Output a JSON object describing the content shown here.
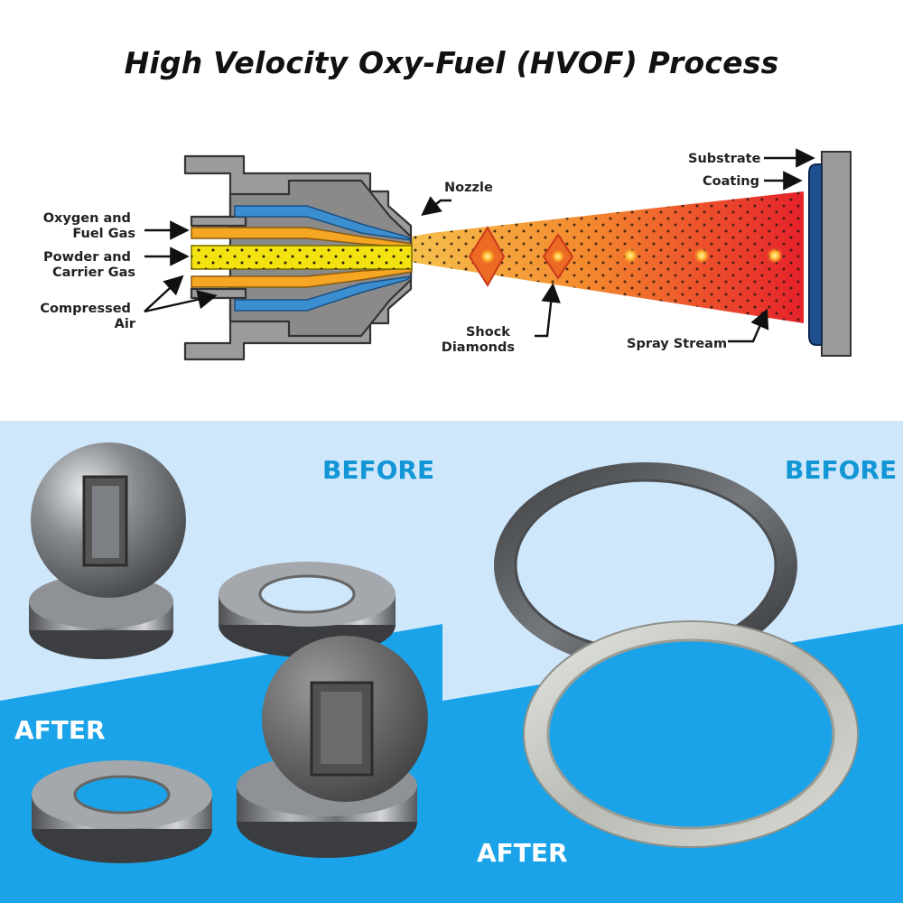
{
  "title": "High Velocity Oxy-Fuel (HVOF) Process",
  "labels": {
    "oxygen_fuel": [
      "Oxygen and",
      "Fuel Gas"
    ],
    "powder_carrier": [
      "Powder and",
      "Carrier Gas"
    ],
    "compressed_air": [
      "Compressed",
      "Air"
    ],
    "nozzle": "Nozzle",
    "shock_diamonds": [
      "Shock",
      "Diamonds"
    ],
    "spray_stream": "Spray Stream",
    "substrate": "Substrate",
    "coating": "Coating"
  },
  "photo_tags": {
    "left_before": "BEFORE",
    "left_after": "AFTER",
    "right_before": "BEFORE",
    "right_after": "AFTER"
  },
  "colors": {
    "gun_body": "#9c9c9c",
    "oxy_fuel_channel": "#f5a623",
    "air_channel": "#3b8fd1",
    "powder_channel": "#f2e20f",
    "flame_start": "#f7b84a",
    "flame_end": "#e8202a",
    "coating": "#1f4f8f",
    "substrate": "#9b9b9b",
    "before_bg": "#cfe7fa",
    "after_bg": "#1aa3e8",
    "tag_before": "#1296d6"
  },
  "icons": [
    "gun-cross-section-icon",
    "ball-valve-part-icon",
    "seat-ring-part-icon",
    "large-ring-icon"
  ]
}
